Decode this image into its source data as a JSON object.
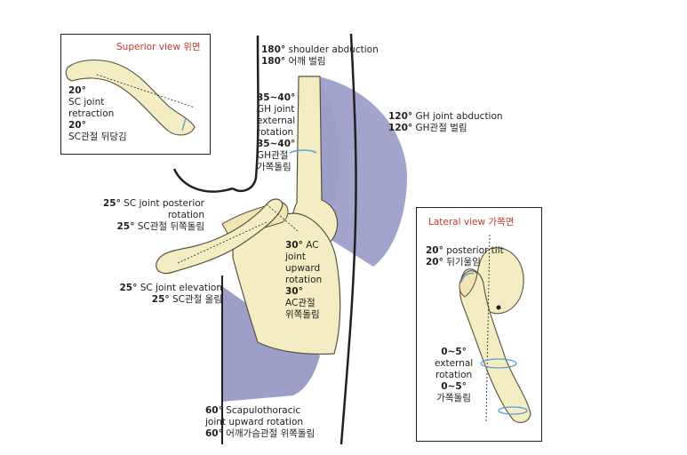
{
  "colors": {
    "bone": "#f4ecc2",
    "bone_outline": "#5a5140",
    "arc_fill": "#9d9fc9",
    "body_line": "#231f20",
    "inset_title": "#c0392b",
    "arrow": "#5b9bd5"
  },
  "superior_inset": {
    "title": "Superior view 위면",
    "sc_retraction": {
      "deg1": "20°",
      "line1": "SC joint",
      "line2": "retraction",
      "deg2": "20°",
      "line3": "SC관절 뒤당김"
    }
  },
  "shoulder_abduction": {
    "line1_deg": "180°",
    "line1_text": "shoulder abduction",
    "line2_deg": "180°",
    "line2_text": "어깨 벌림"
  },
  "gh_external_rotation": {
    "deg1": "35~40°",
    "line1": "GH joint",
    "line2": "external",
    "line3": "rotation",
    "deg2": "35~40°",
    "line4": "GH관절",
    "line5": "가쪽돌림"
  },
  "gh_abduction": {
    "line1_deg": "120°",
    "line1_text": "GH joint abduction",
    "line2_deg": "120°",
    "line2_text": "GH관절 벌림"
  },
  "sc_posterior_rotation": {
    "line1_deg": "25°",
    "line1_text": "SC joint posterior",
    "line2": "rotation",
    "line3_deg": "25°",
    "line3_text": "SC관절 뒤쪽돌림"
  },
  "ac_upward_rotation": {
    "deg1": "30°",
    "line1": "AC",
    "line2": "joint",
    "line3": "upward",
    "line4": "rotation",
    "deg2": "30°",
    "line5": "AC관절",
    "line6": "위쪽돌림"
  },
  "sc_elevation": {
    "line1_deg": "25°",
    "line1_text": "SC joint elevation",
    "line2_deg": "25°",
    "line2_text": "SC관절 올림"
  },
  "scapulothoracic": {
    "line1_deg": "60°",
    "line1_text": "Scapulothoracic",
    "line2": "joint upward rotation",
    "line3_deg": "60°",
    "line3_text": "어깨가슴관절 위쪽돌림"
  },
  "lateral_inset": {
    "title": "Lateral view 가쪽면",
    "posterior_tilt": {
      "line1_deg": "20°",
      "line1_text": "posterior tilt",
      "line2_deg": "20°",
      "line2_text": "뒤기울임"
    },
    "external_rotation": {
      "deg1": "0~5°",
      "line1": "external",
      "line2": "rotation",
      "deg2": "0~5°",
      "line3": "가쪽돌림"
    }
  }
}
